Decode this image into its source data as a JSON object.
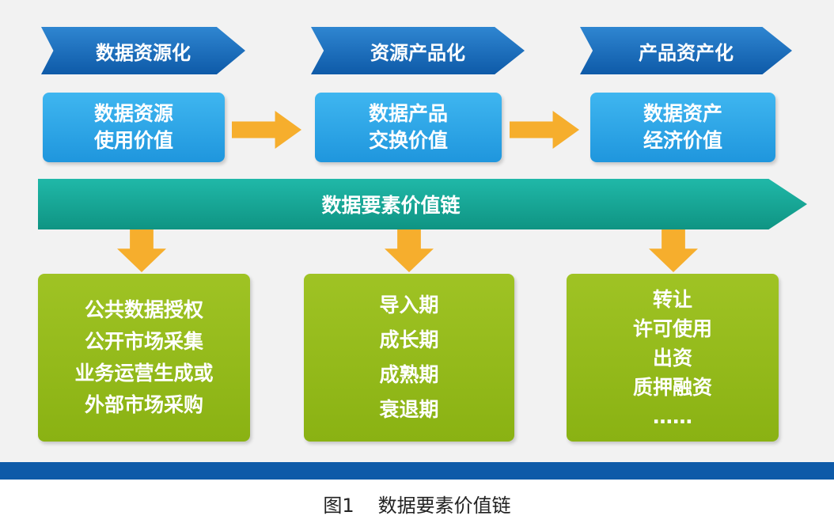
{
  "stages": [
    {
      "label": "数据资源化"
    },
    {
      "label": "资源产品化"
    },
    {
      "label": "产品资产化"
    }
  ],
  "value_boxes": [
    {
      "lines": [
        "数据资源",
        "使用价值"
      ]
    },
    {
      "lines": [
        "数据产品",
        "交换价值"
      ]
    },
    {
      "lines": [
        "数据资产",
        "经济价值"
      ]
    }
  ],
  "chain": {
    "label": "数据要素价值链"
  },
  "outcome_boxes": [
    {
      "items": [
        "公共数据授权",
        "公开市场采集",
        "业务运营生成或",
        "外部市场采购"
      ]
    },
    {
      "items": [
        "导入期",
        "成长期",
        "成熟期",
        "衰退期"
      ]
    },
    {
      "items": [
        "转让",
        "许可使用",
        "出资",
        "质押融资",
        "……"
      ]
    }
  ],
  "caption": {
    "figure_number": "图1",
    "title": "数据要素价值链"
  },
  "colors": {
    "stage_blue": "#0e5aa8",
    "value_box_blue": "#2aa7e8",
    "chain_teal": "#13a595",
    "arrow_orange": "#f6ae2d",
    "outcome_green": "#95bb1b"
  }
}
